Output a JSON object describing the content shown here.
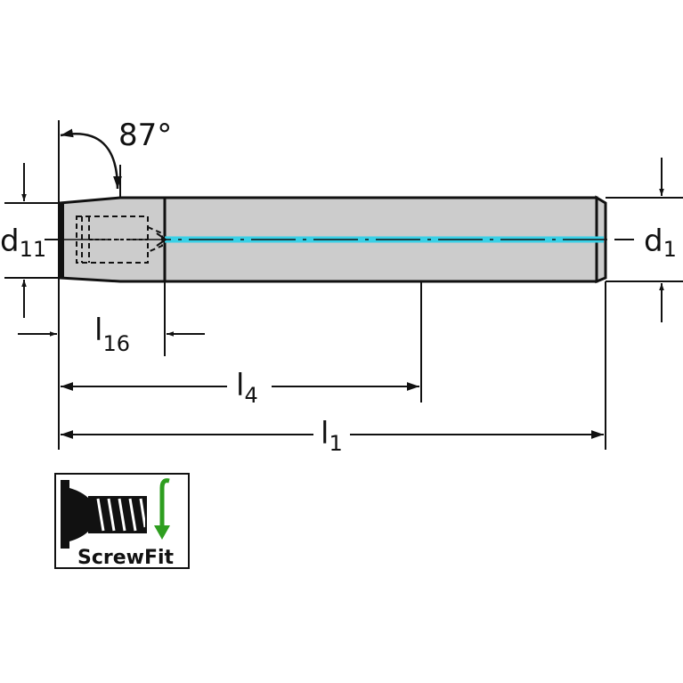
{
  "drawing": {
    "angle_label": "87°",
    "dims": {
      "d11": {
        "main": "d",
        "sub": "11"
      },
      "d1": {
        "main": "d",
        "sub": "1"
      },
      "l16": {
        "main": "l",
        "sub": "16"
      },
      "l4": {
        "main": "l",
        "sub": "4"
      },
      "l1": {
        "main": "l",
        "sub": "1"
      }
    },
    "logo": {
      "text": "ScrewFit",
      "arrow_color": "#2e9e1f"
    },
    "colors": {
      "body_fill": "#cccccc",
      "outline": "#111111",
      "coolant_line": "#39d0e6"
    }
  }
}
